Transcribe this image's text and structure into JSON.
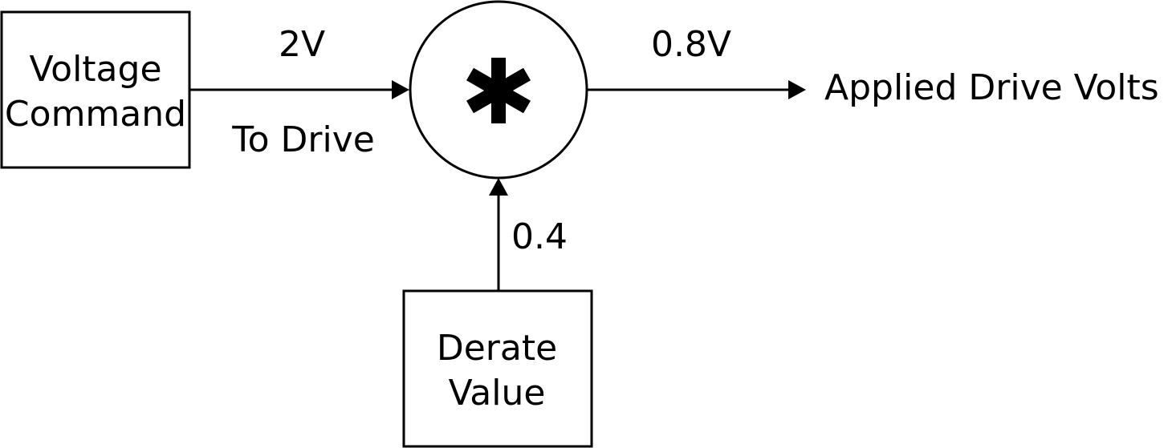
{
  "blocks": {
    "voltage_command": {
      "line1": "Voltage",
      "line2": "Command"
    },
    "derate_value": {
      "line1": "Derate",
      "line2": "Value"
    },
    "multiplier": {
      "symbol": "*"
    }
  },
  "signals": {
    "command_value": "2V",
    "command_name": "To Drive",
    "derate": "0.4",
    "output_value": "0.8V",
    "output_name": "Applied Drive Volts"
  }
}
